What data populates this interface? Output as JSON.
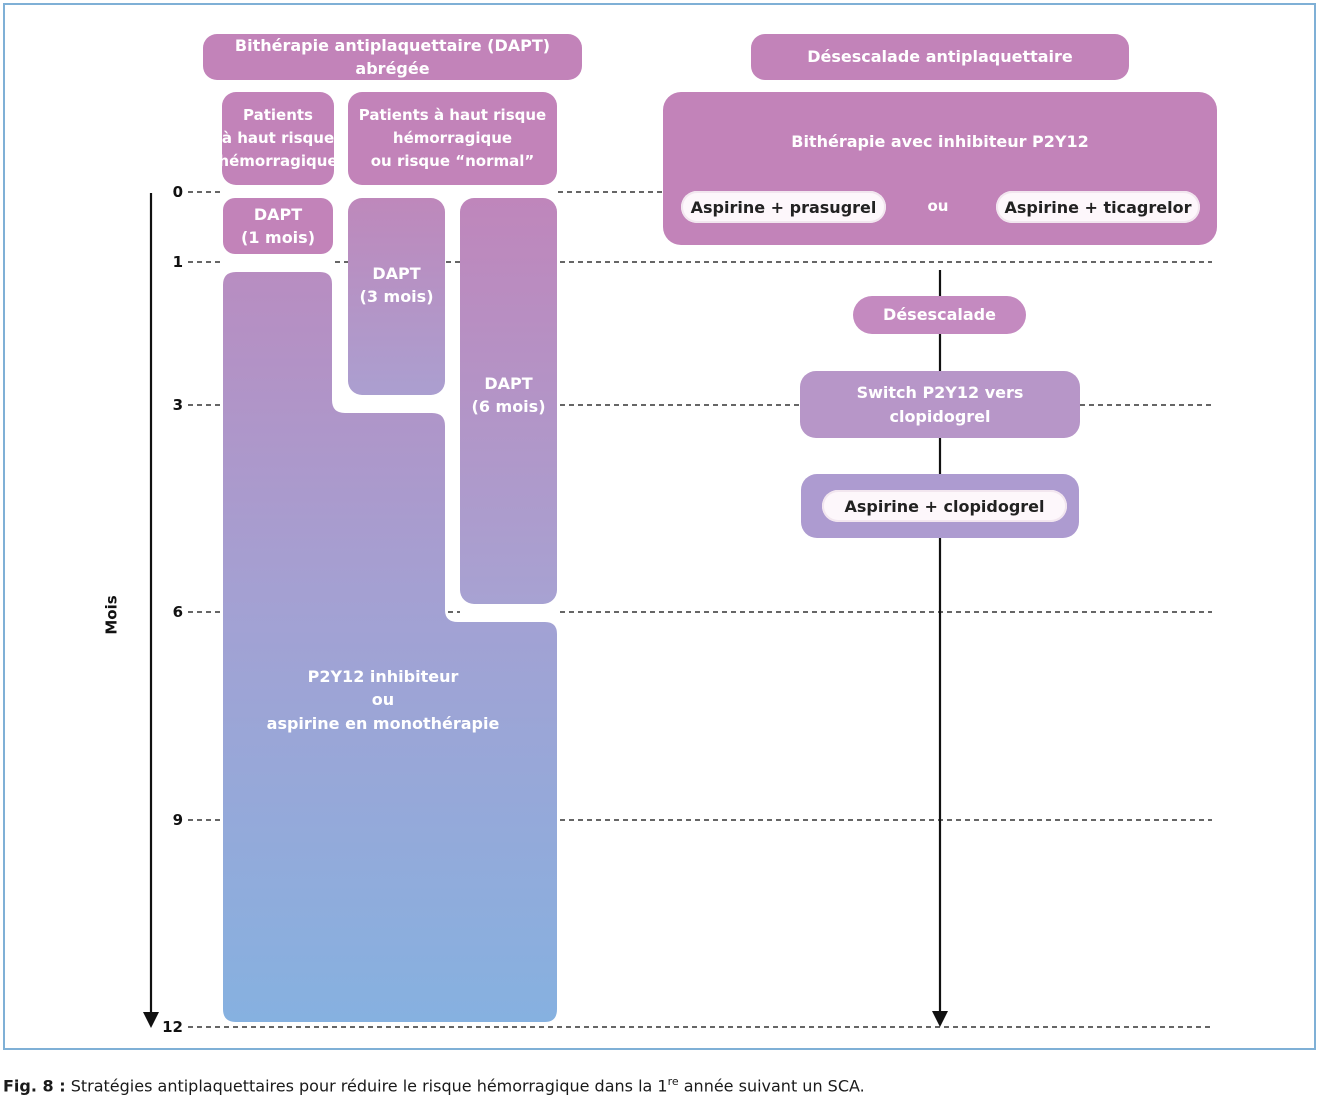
{
  "left_header": "Bithérapie antiplaquettaire (DAPT) abrégée",
  "right_header": "Désescalade antiplaquettaire",
  "group_high_risk": [
    "Patients",
    "à haut risque",
    "hémorragique"
  ],
  "group_normal_risk": [
    "Patients à haut risque",
    "hémorragique",
    "ou risque “normal”"
  ],
  "dapt_1": [
    "DAPT",
    "(1 mois)"
  ],
  "dapt_3": [
    "DAPT",
    "(3 mois)"
  ],
  "dapt_6": [
    "DAPT",
    "(6 mois)"
  ],
  "mono": [
    "P2Y12 inhibiteur",
    "ou",
    "aspirine en monothérapie"
  ],
  "bitherapy_title": "Bithérapie avec inhibiteur P2Y12",
  "option_prasugrel": "Aspirine + prasugrel",
  "option_or": "ou",
  "option_ticagrelor": "Aspirine + ticagrelor",
  "deescalation": "Désescalade",
  "switch": [
    "Switch P2Y12 vers",
    "clopidogrel"
  ],
  "clopidogrel": "Aspirine + clopidogrel",
  "axis": {
    "label": "Mois",
    "ticks": [
      "0",
      "1",
      "3",
      "6",
      "9",
      "12"
    ]
  },
  "caption": {
    "label": "Fig. 8 :",
    "text_before": " Stratégies antiplaquettaires pour réduire le risque hémorragique dans la 1",
    "sup": "re",
    "text_after": " année suivant un SCA."
  },
  "colors": {
    "pink": "#c283b9",
    "gradient_top": "#be88bb",
    "gradient_bottom": "#86b1e0",
    "frame": "#7fb0d6"
  }
}
